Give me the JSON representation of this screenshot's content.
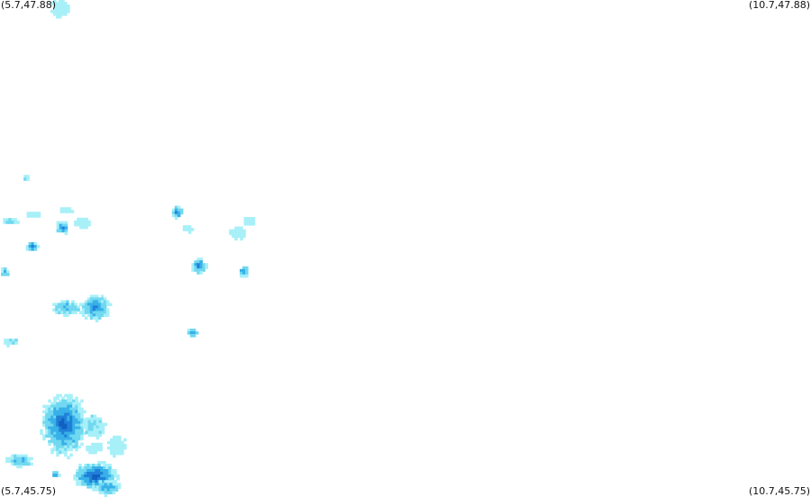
{
  "corners": {
    "top_left": "(5.7,47.88)",
    "top_right": "(10.7,47.88)",
    "bottom_left": "(5.7,45.75)",
    "bottom_right": "(10.7,45.75)"
  },
  "colors": {
    "background": "#ffffff",
    "intensity_low": "#a8f0f8",
    "intensity_light": "#70d8f0",
    "intensity_mid": "#38b0e8",
    "intensity_high": "#2080d8",
    "intensity_max": "#1060c0"
  }
}
